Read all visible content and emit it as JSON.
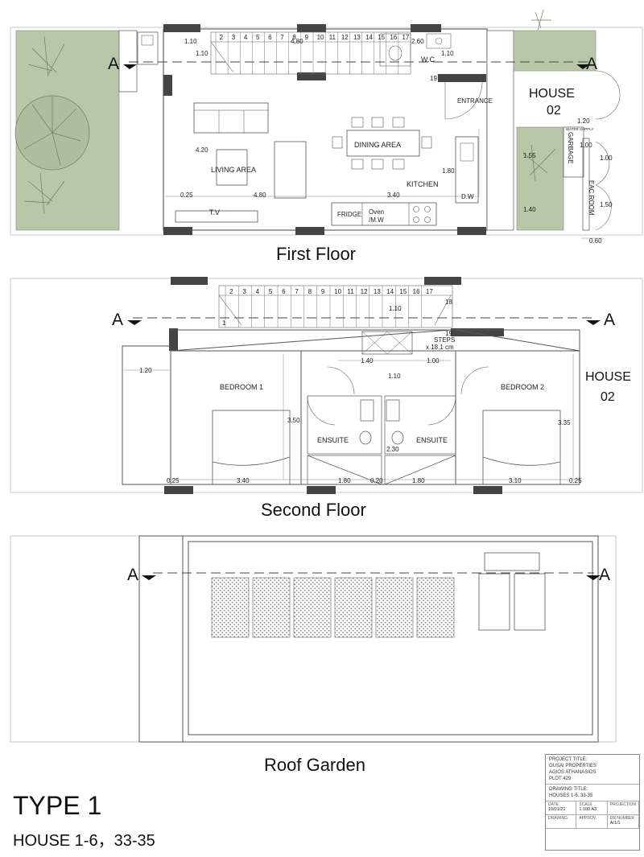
{
  "floors": {
    "first": "First Floor",
    "second": "Second Floor",
    "roof": "Roof Garden"
  },
  "type_title": "TYPE 1",
  "type_subtitle": "HOUSE 1-6，33-35",
  "section_marker": "A",
  "house02": [
    "HOUSE",
    "02"
  ],
  "first_floor": {
    "rooms": {
      "living": "LIVING AREA",
      "dining": "DINING AREA",
      "kitchen": "KITCHEN",
      "wc": "W.C",
      "entrance": "ENTRANCE",
      "tv": "T.V",
      "fridge": "FRIDGE",
      "oven1": "Oven",
      "oven2": "/M.W",
      "dw": "D.W",
      "garbage": "GARBAGE",
      "eac": "EAC ROOM",
      "water": "WATER SUPPLY"
    },
    "dims": {
      "d110a": "1.10",
      "d110b": "1.10",
      "d480a": "4.80",
      "d260": "2.60",
      "d110c": "1.10",
      "d19": "19",
      "d420": "4.20",
      "d025": "0.25",
      "d480b": "4.80",
      "d340": "3.40",
      "d180": "1.80",
      "d120": "1.20",
      "d100a": "1.00",
      "d155": "1.55",
      "d140": "1.40",
      "d100b": "1.00",
      "d150": "1.50",
      "d060": "0.60"
    },
    "steps": [
      "2",
      "3",
      "4",
      "5",
      "6",
      "7",
      "8",
      "9",
      "10",
      "11",
      "12",
      "13",
      "14",
      "15",
      "16",
      "17"
    ]
  },
  "second_floor": {
    "rooms": {
      "bed1": "BEDROOM 1",
      "bed2": "BEDROOM 2",
      "ens1": "ENSUITE",
      "ens2": "ENSUITE",
      "steps1": "STEPS",
      "steps2": "x 18.1 cm"
    },
    "dims": {
      "d110a": "1.10",
      "d18": "18",
      "d19": "19",
      "d1": "1",
      "d120": "1.20",
      "d140": "1.40",
      "d100": "1.00",
      "d110b": "1.10",
      "d350": "3.50",
      "d230": "2.30",
      "d335": "3.35",
      "d025a": "0.25",
      "d340": "3.40",
      "d180a": "1.80",
      "d020": "0.20",
      "d180b": "1.80",
      "d310": "3.10",
      "d025b": "0.25"
    },
    "steps": [
      "2",
      "3",
      "4",
      "5",
      "6",
      "7",
      "8",
      "9",
      "10",
      "11",
      "12",
      "13",
      "14",
      "15",
      "16",
      "17"
    ]
  },
  "title_block": {
    "project_label": "PROJECT TITLE:",
    "project_1": "OUSAI PROPERTIES",
    "project_2": "AGIOS ATHANASIOS",
    "project_3": "PLOT 429",
    "drawing_label": "DRAWING TITLE:",
    "drawing_1": "HOUSES 1-6, 33-35",
    "c_date": "DATE",
    "c_scale": "SCALE",
    "c_proj": "PROJECTION",
    "v_date": "10/01/21",
    "v_scale": "1:100  A3",
    "v_proj": "",
    "c_drawn": "DRAWING",
    "c_appr": "APPROV.",
    "c_num": "DR.NUMBER",
    "v_num": "A/1/1"
  },
  "colors": {
    "garden": "#b9c7a9",
    "wall": "#444444",
    "line": "#555555",
    "pattern": "#8a8a8a"
  }
}
